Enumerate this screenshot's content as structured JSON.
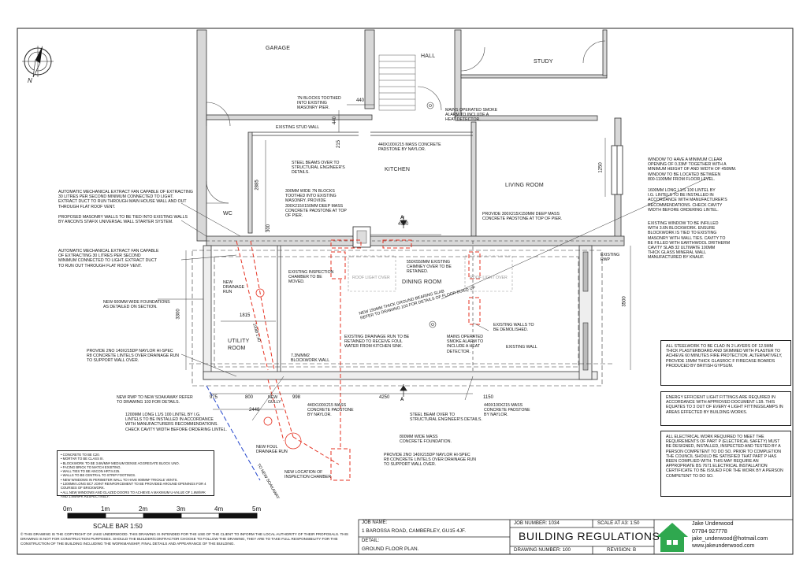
{
  "drawing": {
    "rooms": {
      "garage": "GARAGE",
      "hall": "HALL",
      "study": "STUDY",
      "kitchen": "KITCHEN",
      "living": "LIVING ROOM",
      "wc": "WC",
      "dining": "DINING ROOM",
      "utility": "UTILITY\nROOM"
    },
    "north": "N",
    "notes": {
      "blocks_toothed": "7N BLOCKS TOOTHED\nINTO EXISTING\nMASONRY PIER.",
      "smoke_alarm_top": "MAINS OPERATED SMOKE\nALARM TO INCLUDE A\nHEAT DETECTOR.",
      "existing_stud": "EXISTING STUD WALL",
      "padstone_top": "440x100x215 MASS CONCRETE\nPADSTONE BY NAYLOR.",
      "steel_beams": "STEEL BEAMS OVER TO\nSTRUCTURAL ENGINEER'S\nDETAILS.",
      "wall_300": "300mm WIDE 7N BLOCKS\nTOOTHED INTO EXISTING\nMASONRY. PROVIDE\n300x215x150mm DEEP MASS\nCONCRETE PADSTONE AT TOP\nOF PIER.",
      "window_living": "WINDOW TO HAVE A MINIMUM CLEAR\nOPENING OF 0.33m² TOGETHER WITH A\nMINIMUM HEIGHT OF AND WIDTH OF 450mm.\nWINDOW TO BE LOCATED BETWEEN\n800-1100mm FROM FLOOR LEVEL.",
      "lintel_1600": "1600mm LONG L1/S 100 LINTEL BY\nI.G. LINTELS TO BE INSTALLED IN\nACCORDANCE WITH MANUFACTURER'S\nRECOMMENDATIONS. CHECK CAVITY\nWIDTH BEFORE ORDERING LINTEL.",
      "fan_top": "AUTOMATIC MECHANICAL EXTRACT FAN CAPABLE OF EXTRACTING\n30 LITRES PER SECOND MINIMUM CONNECTED TO LIGHT.\nEXTRACT DUCT TO RUN THROUGH MAIN HOUSE WALL AND OUT\nTHROUGH FLAT ROOF VENT.",
      "masonry_tie": "PROPOSED MASONRY WALLS TO BE TIED INTO EXISTING WALLS\nBY ANCON'S STAFIX UNIVERSAL WALL STARTER SYSTEM.",
      "pier_padstone": "PROVIDE 300x215x150mm DEEP MASS\nCONCRETE PADSTONE AT TOP OF PIER.",
      "window_infill": "EXISTING WINDOW TO BE INFILLED\nWITH 3.6N BLOCKWORK. ENSURE\nBLOCKWORK IS TIED TO EXISTING\nMASONRY WITH WALL TIES. CAVITY TO\nBE FILLED WITH EARTHWOOL DRITHERM\nCAVITY SLAB 32 ULTIMATE 100mm\nTHICK GLASS MINERAL WALL\nMANUFACTURED BY KNAUF.",
      "fan_wc": "AUTOMATIC MECHANICAL EXTRACT FAN CAPABLE\nOF EXTRACTING 30 LITRES PER SECOND\nMINIMUM CONNECTED TO LIGHT. EXTRACT DUCT\nTO RUN OUT THROUGH FLAT ROOF VENT.",
      "existing_rwp": "EXISTING\nRWP",
      "chimney": "550x550mm EXISTING\nCHIMNEY OVER TO BE\nRETAINED.",
      "inspection_chamber": "EXISTING INSPECTION\nCHAMBER TO BE\nMOVED.",
      "new_drainage": "NEW\nDRAINAGE\nRUN",
      "roof_light_1": "ROOF LIGHT OVER",
      "roof_light_2": "ROOF LIGHT OVER",
      "foundations": "NEW 600mm WIDE FOUNDATIONS\nAS DETAILED ON SECTION.",
      "ground_slab": "NEW 150mm THICK GROUND BEARING SLAB\nREFER TO DRAWING 103 FOR DETAILS OF FLOOR BUILD UP",
      "walls_demolish": "EXISTING WALLS TO\nBE DEMOLISHED.",
      "smoke_alarm_mid": "MAINS OPERATED\nSMOKE ALARM TO\nINCLUDE A HEAT\nDETECTOR.",
      "drainage_retained": "EXISTING DRAINAGE RUN TO BE\nRETAINED TO RECEIVE FOUL\nWATER FROM KITCHEN SINK.",
      "existing_wall": "EXISTING WALL",
      "lintels_2no": "PROVIDE 2No 140x215DP NAYLOR HI-SPEC\nR8 CONCRETE LINTELS OVER DRAINAGE RUN\nTO SUPPORT WALL OVER.",
      "blockwork": "7.3N/mm2\nBLOCKWORK WALL",
      "new_rwp": "NEW RWP TO NEW SOAKAWAY REFER\nTO DRAWING 103 FOR DETAILS.",
      "new_gully": "NEW\nGULLY",
      "padstone_mid": "440x100x215 MASS\nCONCRETE PADSTONE\nBY NAYLOR.",
      "padstone_right": "440x100x215 MASS\nCONCRETE PADSTONE\nBY NAYLOR.",
      "lintel_1200": "1200mm LONG L1/S 100 LINTEL BY I.G.\nLINTELS TO BE INSTALLED IN ACCORDANCE\nWITH MANUFACTURERS RECOMMENDATIONS.\nCHECK CAVITY WIDTH BEFORE ORDERING LINTEL.",
      "steel_beam_over": "STEEL BEAM OVER TO\nSTRUCTURAL ENGINEER'S DETAILS.",
      "concrete_foundation": "800mm WIDE MASS\nCONCRETE FOUNDATION.",
      "new_foul": "NEW FOUL\nDRAINAGE RUN",
      "lintels_2no_b": "PROVIDE 2No 140x215DP NAYLOR HI-SPEC\nR8 CONCRETE LINTELS OVER DRAINAGE RUN\nTO SUPPORT WALL OVER.",
      "new_location": "NEW LOCATION OF\nINSPECTION CHAMBER",
      "to_soakaway": "TO NEW SOAKAWAY",
      "drainage_diag": "100Ø 1:40"
    },
    "spec_list": [
      "• CONCRETE TO BE C20.",
      "• MORTAR TO BE CLASS iii.",
      "• BLOCKWORK TO BE 3.6N/mm² MEDIUM DENSE AGGREGATE BLOCK UNO.",
      "• FACING BRICK TO MATCH EXISTING.",
      "• WALL TIES TO BE ANCON HRT4-225.",
      "• WALLS TO BE CENTRAL TO STRIP FOOTINGS.",
      "• NEW WINDOWS IN PERIMETER WALL TO HAVE 900mm² TRICKLE VENTS.",
      "• 1200mm LONG BC7 JOINT REINFORCEMENT TO BE PROVIDED AROUND OPENINGS FOR 4 COURSES OF BRICKWORK.",
      "• ALL NEW WINDOWS AND GLAZED DOORS TO ACHIEVE A MAXIMUM U-VALUE OF 1.6W/m²K AND 1.8W/m²K RESPECTIVELY."
    ],
    "right_boxes": [
      "ALL STEELWORK TO BE CLAD IN 2 LAYERS OF 12.5mm THICK PLASTERBOARD AND SKIMMED WITH PLASTER TO ACHIEVE 60 MINUTES FIRE PROTECTION. ALTERNATIVELY, PROVIDE 15mm THICK GLASROC F FIRECASE BOARDS PRODUCED BY BRITISH GYPSUM.",
      "ENERGY EFFICIENT LIGHT FITTINGS ARE REQUIRED IN ACCORDANCE WITH APPROVED DOCUMENT L1B. THIS EQUATES TO 3 OUT OF EVERY 4 LIGHT FITTINGS/LAMPS IN AREAS EFFECTED BY BUILDING WORKS.",
      "ALL ELECTRICAL WORK REQUIRED TO MEET THE REQUIREMENTS OF PART P (ELECTRICAL SAFETY) MUST BE DESIGNED, INSTALLED, INSPECTED AND TESTED BY A PERSON COMPETENT TO DO SO. PRIOR TO COMPLETION THE COUNCIL SHOULD BE SATISFIED THAT PART P HAS BEEN COMPLIED WITH. THIS MAY REQUIRE AN APPROPRIATE BS 7671 ELECTRICAL INSTALLATION CERTIFICATE TO BE ISSUED FOR THE WORK BY A PERSON COMPETENT TO DO SO."
    ],
    "dims": {
      "d440": "440",
      "d215": "215",
      "d440v": "440",
      "d2885": "2885",
      "d300": "300",
      "d4590": "4590",
      "d1250": "1250",
      "d3300": "3300",
      "d1815": "1815",
      "d3500": "3500",
      "d975": "975",
      "d800": "800",
      "d2448": "2448",
      "d998": "998",
      "d4250": "4250",
      "d1150": "1150",
      "secA": "A"
    },
    "scale": {
      "ticks": [
        "0m",
        "1m",
        "2m",
        "3m",
        "4m",
        "5m"
      ],
      "label": "SCALE BAR 1:50"
    },
    "copyright": "© THIS DRAWING IS THE COPYRIGHT OF JAKE UNDERWOOD. THIS DRAWING IS INTENDED FOR THE USE OF THE CLIENT TO INFORM THE LOCAL AUTHORITY OF THEIR PROPOSALS. THIS DRAWING IS NOT FOR CONSTRUCTION PURPOSES. SHOULD THE BUILDER/CONTRACTOR CHOOSE TO FOLLOW THE DRAWING, THEY ARE TO TAKE FULL RESPONSIBILITY FOR THE CONSTRUCTION OF THE BUILDING INCLUDING THE WORKMANSHIP, FINAL DETAILS AND APPEARANCE OF THE BUILDING."
  },
  "title_block": {
    "job_name_label": "JOB NAME:",
    "job_name": "1 BAROSSA ROAD, CAMBERLEY, GU15 4JF.",
    "detail_label": "DETAIL:",
    "detail": "GROUND FLOOR PLAN.",
    "job_number": "JOB NUMBER: 1034",
    "scale": "SCALE AT A3: 1:50",
    "title": "BUILDING REGULATIONS",
    "drawing_number": "DRAWING NUMBER: 100",
    "revision": "REVISION: B",
    "company": "Jake Underwood",
    "phone": "07784 927778",
    "email": "jake_underwood@hotmail.com",
    "web": "www.jakeunderwood.com",
    "brand_color": "#2fa84f"
  }
}
